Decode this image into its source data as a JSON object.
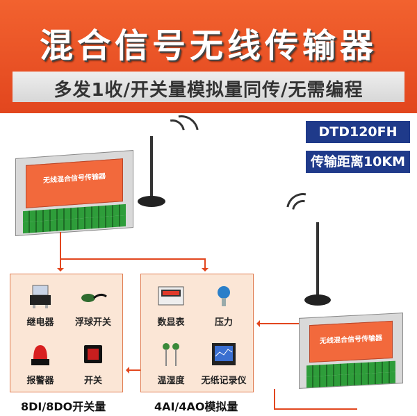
{
  "banner": {
    "title": "混合信号无线传输器",
    "subtitle": "多发1收/开关量模拟量同传/无需编程"
  },
  "badges": {
    "model": "DTD120FH",
    "distance": "传输距离10KM"
  },
  "device": {
    "face_label": "无线混合信号传输器"
  },
  "left_panel": {
    "items": [
      "继电器",
      "浮球开关",
      "报警器",
      "开关"
    ],
    "caption": "8DI/8DO开关量"
  },
  "mid_panel": {
    "items": [
      "数显表",
      "压力",
      "温湿度",
      "无纸记录仪"
    ],
    "caption": "4AI/4AO模拟量"
  },
  "colors": {
    "banner": "#e2461e",
    "badge": "#1f3a8a",
    "panel_bg": "#fbe6d6",
    "panel_border": "#e07b4f"
  }
}
